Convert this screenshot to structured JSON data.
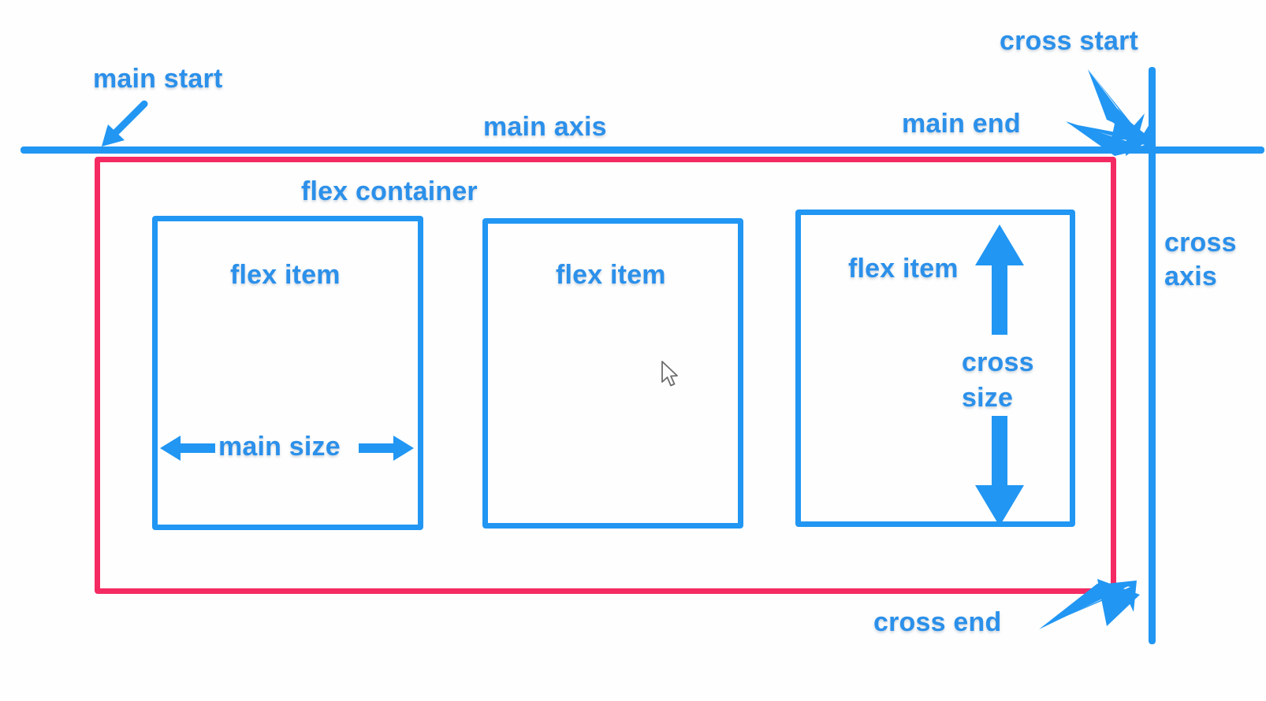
{
  "diagram": {
    "title": "CSS Flexbox layout model",
    "background_color": "#fefefe",
    "accent_blue": "#2196f3",
    "accent_pink": "#f42a63",
    "text_blue": "#2b90ea"
  },
  "labels": {
    "main_start": "main start",
    "main_axis": "main axis",
    "main_end": "main end",
    "cross_start": "cross start",
    "cross_end": "cross end",
    "cross_axis_line1": "cross",
    "cross_axis_line2": "axis",
    "flex_container": "flex container",
    "main_size": "main size",
    "cross_size_line1": "cross",
    "cross_size_line2": "size"
  },
  "flex_items": [
    {
      "label": "flex item",
      "annotation": "main size"
    },
    {
      "label": "flex item",
      "annotation": ""
    },
    {
      "label": "flex item",
      "annotation": "cross size"
    }
  ],
  "icons": {
    "main_start_arrow": "arrow-down-left-icon",
    "main_end_arrow": "arrow-right-icon",
    "cross_start_arrow": "arrow-down-right-icon",
    "cross_end_arrow": "arrow-up-right-icon",
    "main_size_left_arrow": "arrow-left-icon",
    "main_size_right_arrow": "arrow-right-icon",
    "cross_size_up_arrow": "arrow-up-icon",
    "cross_size_down_arrow": "arrow-down-icon",
    "mouse_pointer": "mouse-cursor-icon"
  }
}
